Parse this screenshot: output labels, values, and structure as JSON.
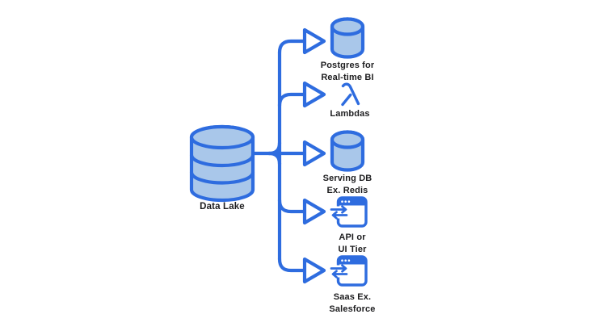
{
  "colors": {
    "line": "#2e6cdf",
    "shape-fill": "#a9c7ea",
    "text": "#1d1d1f",
    "bg": "#ffffff"
  },
  "diagram": {
    "source": {
      "label": "Data Lake",
      "icon": "database-cylinder-stacked"
    },
    "targets": [
      {
        "label": "Postgres for\nReal-time BI",
        "icon": "database-cylinder"
      },
      {
        "label": "Lambdas",
        "icon": "lambda-symbol"
      },
      {
        "label": "Serving DB\nEx. Redis",
        "icon": "database-cylinder"
      },
      {
        "label": "API or\nUI Tier",
        "icon": "app-window-sync-arrows"
      },
      {
        "label": "Saas Ex.\nSalesforce",
        "icon": "app-window-sync-arrows"
      }
    ]
  }
}
